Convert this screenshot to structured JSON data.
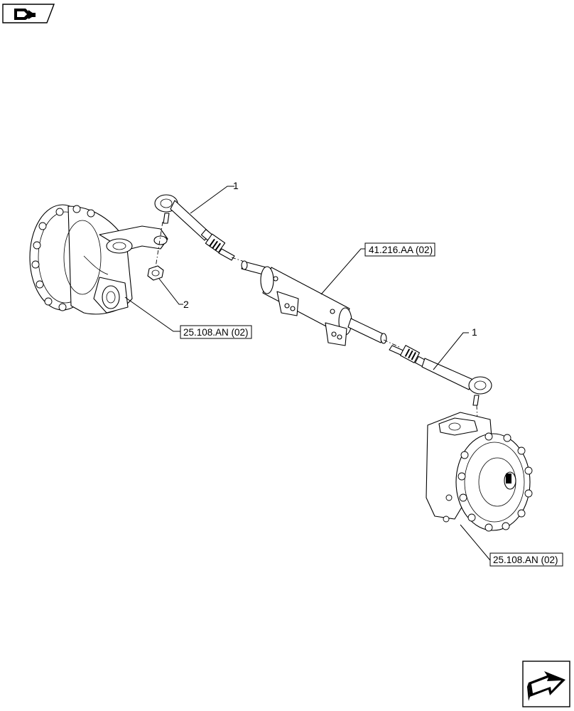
{
  "callouts": {
    "tie_rod_left": "1",
    "nut": "2",
    "tie_rod_right": "1"
  },
  "references": {
    "cylinder": "41.216.AA (02)",
    "hub_left": "25.108.AN (02)",
    "hub_right": "25.108.AN (02)"
  },
  "icons": {
    "top_left": "view-orientation-icon",
    "bottom_right": "next-page-arrow-icon"
  }
}
